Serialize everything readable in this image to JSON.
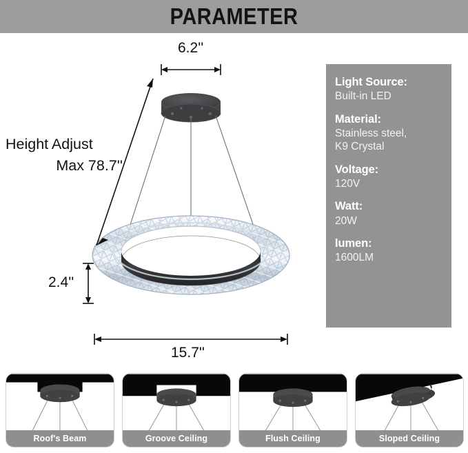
{
  "header": {
    "title": "PARAMETER",
    "band_color": "#9d9d9d"
  },
  "dimensions": {
    "canopy_width": "6.2''",
    "height_adjust_line1": "Height Adjust",
    "height_adjust_line2": "Max 78.7''",
    "ring_height": "2.4''",
    "ring_diameter": "15.7''"
  },
  "specs": {
    "panel_color": "#939393",
    "items": [
      {
        "label": "Light Source:",
        "value": "Built-in LED"
      },
      {
        "label": "Material:",
        "value": "Stainless steel,\nK9 Crystal"
      },
      {
        "label": "Voltage:",
        "value": "120V"
      },
      {
        "label": "Watt:",
        "value": "20W"
      },
      {
        "label": "lumen:",
        "value": "1600LM"
      }
    ]
  },
  "mount_types": [
    {
      "label": "Roof's Beam"
    },
    {
      "label": "Groove Ceiling"
    },
    {
      "label": "Flush Ceiling"
    },
    {
      "label": "Sloped Ceiling"
    }
  ],
  "product": {
    "name": "crystal-ring-pendant-chandelier",
    "canopy_color": "#3a3a3c",
    "ring_inner_color": "#2e2e30",
    "label_bar_color": "#8f8f8f"
  }
}
